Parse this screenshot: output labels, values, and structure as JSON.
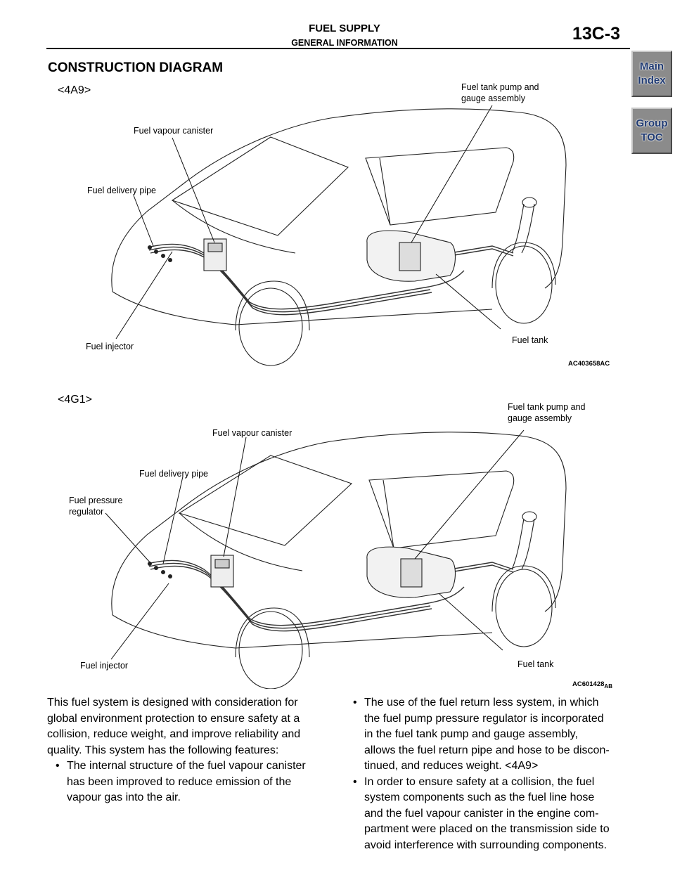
{
  "header": {
    "title": "FUEL SUPPLY",
    "subtitle": "GENERAL INFORMATION",
    "page": "13C-3"
  },
  "nav": {
    "main_index": [
      "Main",
      "Index"
    ],
    "group_toc": [
      "Group",
      "TOC"
    ]
  },
  "section_title": "CONSTRUCTION DIAGRAM",
  "diagram1": {
    "variant": "<4A9>",
    "labels": {
      "pump": [
        "Fuel tank pump and",
        "gauge assembly"
      ],
      "canister": "Fuel vapour canister",
      "delivery_pipe": "Fuel delivery pipe",
      "injector": "Fuel injector",
      "tank": "Fuel tank"
    },
    "figure_id": "AC403658AC"
  },
  "diagram2": {
    "variant": "<4G1>",
    "labels": {
      "pump": [
        "Fuel tank pump and",
        "gauge assembly"
      ],
      "canister": "Fuel vapour canister",
      "delivery_pipe": "Fuel delivery pipe",
      "regulator": [
        "Fuel pressure",
        "regulator"
      ],
      "injector": "Fuel injector",
      "tank": "Fuel tank"
    },
    "figure_id": "AC601428",
    "figure_id_sub": "AB"
  },
  "body": {
    "intro": [
      "This fuel system is designed with consideration for",
      "global environment protection to ensure safety at a",
      "collision, reduce weight, and improve reliability and",
      "quality. This system has the following features:"
    ],
    "bullet1": [
      "The internal structure of the fuel vapour canister",
      "has been improved to reduce emission of the",
      "vapour gas into the air."
    ],
    "bullet2": [
      "The use of the fuel return less system, in which",
      "the fuel pump pressure regulator is incorporated",
      "in the fuel tank pump and gauge assembly,",
      "allows the fuel return pipe and hose to be discon-",
      "tinued, and reduces weight. <4A9>"
    ],
    "bullet3": [
      "In order to ensure safety at a collision, the fuel",
      "system components such as the fuel line hose",
      "and the fuel vapour canister in the engine com-",
      "partment were placed on the transmission side to",
      "avoid interference with surrounding components."
    ]
  }
}
